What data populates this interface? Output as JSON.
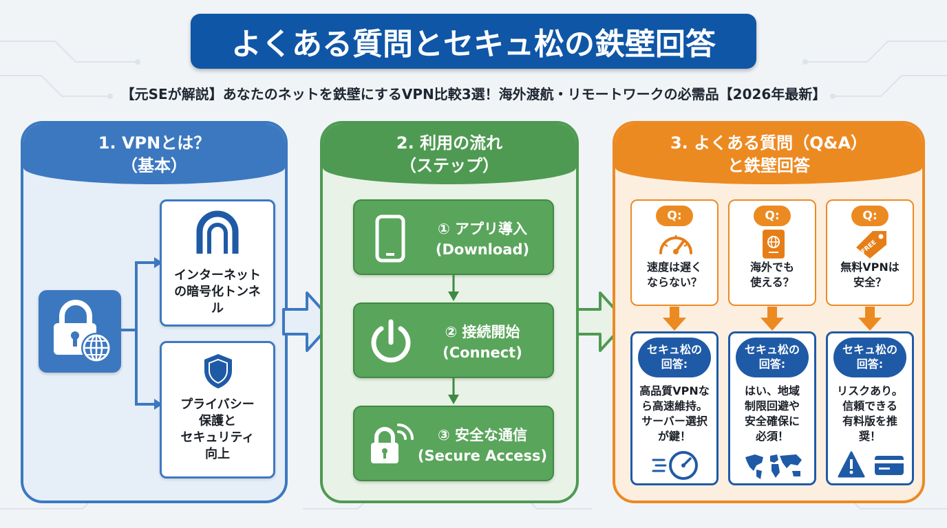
{
  "title": "よくある質問とセキュ松の鉄壁回答",
  "subtitle": "【元SEが解説】あなたのネットを鉄壁にするVPN比較3選！海外渡航・リモートワークの必需品【2026年最新】",
  "colors": {
    "title_bg": "#0f56a6",
    "blue": "#3c78c0",
    "green": "#4e9a52",
    "orange": "#ec8a22",
    "answer_blue": "#1f5aa6"
  },
  "panel1": {
    "heading": [
      "1. VPNとは？",
      "（基本）"
    ],
    "icon": "lock-globe-icon",
    "features": [
      {
        "icon": "tunnel-icon",
        "label": [
          "インターネット",
          "の暗号化トンネ",
          "ル"
        ]
      },
      {
        "icon": "shield-icon",
        "label": [
          "プライバシー",
          "保護と",
          "セキュリティ",
          "向上"
        ]
      }
    ]
  },
  "panel2": {
    "heading": [
      "2. 利用の流れ",
      "（ステップ）"
    ],
    "steps": [
      {
        "icon": "smartphone-icon",
        "label": "① アプリ導入",
        "sub": "(Download)"
      },
      {
        "icon": "power-icon",
        "label": "② 接続開始",
        "sub": "(Connect)"
      },
      {
        "icon": "secure-lock-icon",
        "label": "③ 安全な通信",
        "sub": "(Secure Access)"
      }
    ]
  },
  "panel3": {
    "heading": [
      "3. よくある質問（Q&A）",
      "と鉄壁回答"
    ],
    "q_badge": "Q:",
    "a_badge": [
      "セキュ松の",
      "回答:"
    ],
    "items": [
      {
        "q_icon": "speedometer-icon",
        "question": [
          "速度は遅く",
          "ならない？"
        ],
        "answer": [
          "高品質VPNな",
          "ら高速維持。",
          "サーバー選択",
          "が鍵！"
        ],
        "a_icon": "fast-speed-icon"
      },
      {
        "q_icon": "passport-icon",
        "question": [
          "海外でも",
          "使える？"
        ],
        "answer": [
          "はい、地域",
          "制限回避や",
          "安全確保に",
          "必須！"
        ],
        "a_icon": "world-map-icon"
      },
      {
        "q_icon": "free-tag-icon",
        "tag_text": "FREE",
        "question": [
          "無料VPNは",
          "安全？"
        ],
        "answer": [
          "リスクあり。",
          "信頼できる",
          "有料版を推",
          "奨！"
        ],
        "a_icon": "warning-card-icon"
      }
    ]
  }
}
